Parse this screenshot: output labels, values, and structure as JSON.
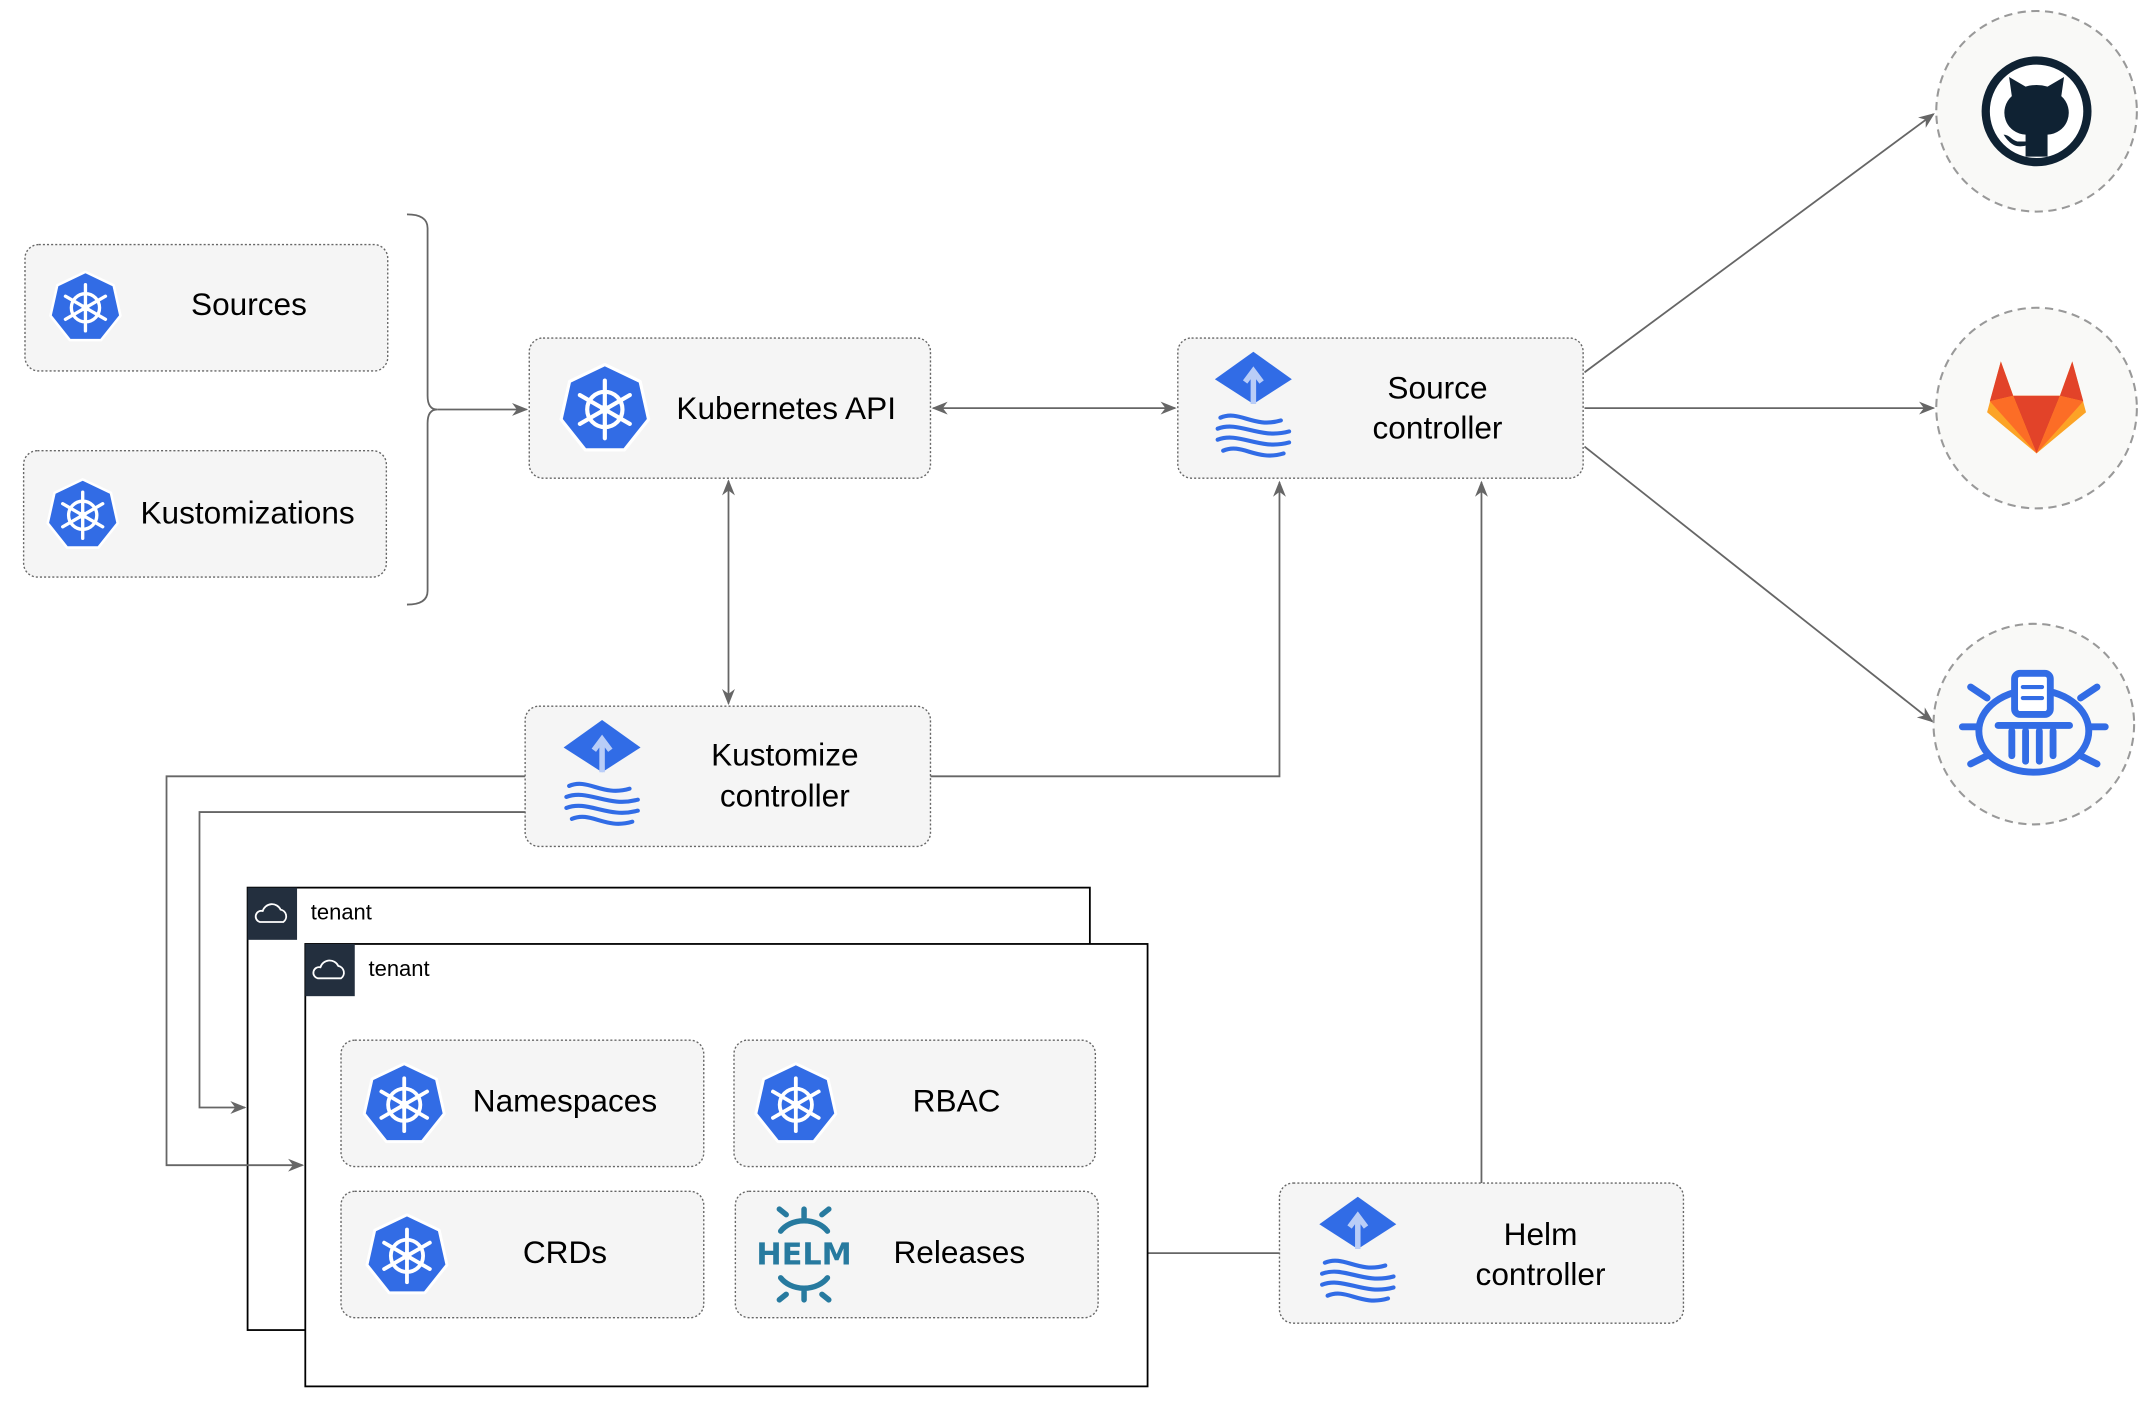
{
  "nodes": {
    "sources": "Sources",
    "kustomizations": "Kustomizations",
    "kubernetes_api": "Kubernetes API",
    "source_controller": [
      "Source",
      "controller"
    ],
    "kustomize_controller": [
      "Kustomize",
      "controller"
    ],
    "helm_controller": [
      "Helm",
      "controller"
    ],
    "namespaces": "Namespaces",
    "rbac": "RBAC",
    "crds": "CRDs",
    "releases": "Releases"
  },
  "tenants": [
    "tenant",
    "tenant"
  ],
  "external_sources": [
    "github-icon",
    "gitlab-icon",
    "bucket-icon"
  ],
  "colors": {
    "k8s_blue": "#326ce5",
    "flux_blue": "#316ce6",
    "helm": "#277a9f",
    "gitlab_orange": "#e24329",
    "gitlab_yellow": "#fca326",
    "github": "#0f2233",
    "edge": "#666666"
  },
  "helm_logo_text": "HELM"
}
